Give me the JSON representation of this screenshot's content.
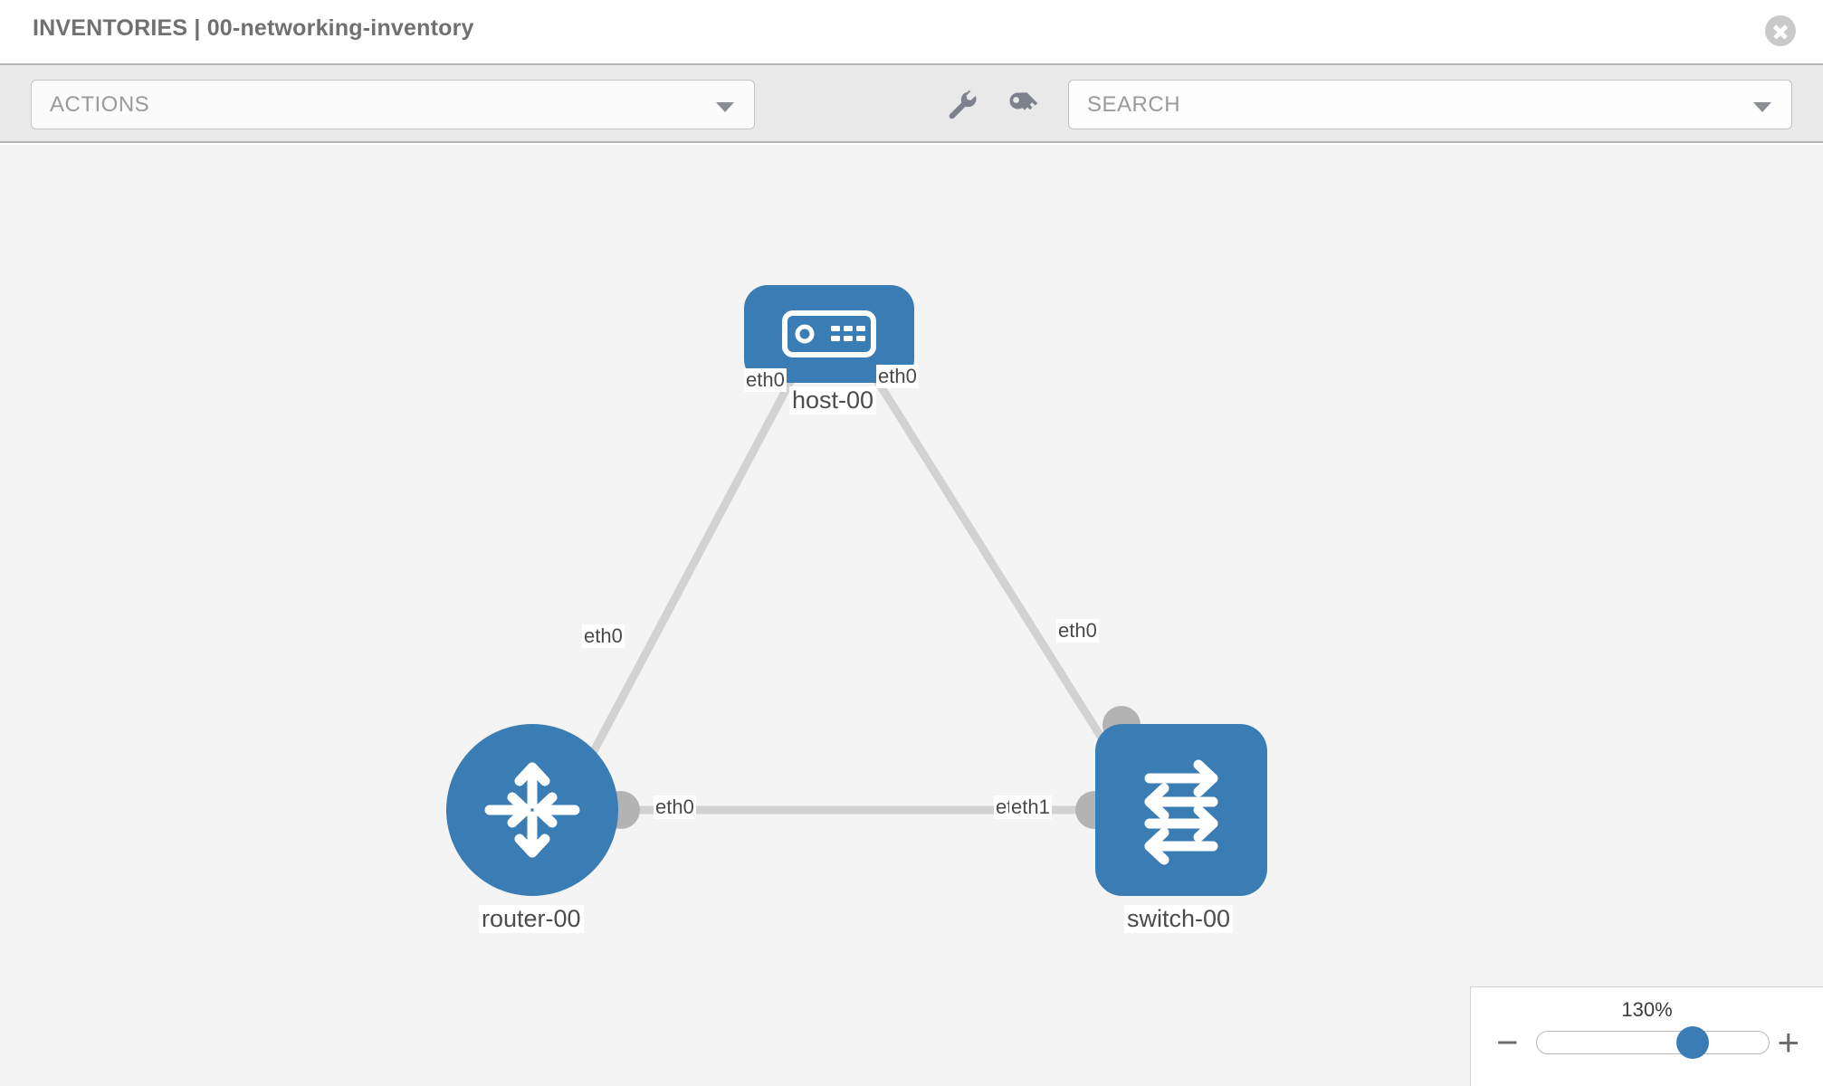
{
  "header": {
    "title": "INVENTORIES | 00-networking-inventory",
    "close_label": "",
    "close_icon": "close-circle-icon"
  },
  "toolbar": {
    "actions_label": "ACTIONS",
    "actions_caret_icon": "chevron-down-icon",
    "wrench_icon": "wrench-icon",
    "key_icon": "key-icon",
    "search_placeholder": "SEARCH",
    "search_value": "",
    "search_caret_icon": "chevron-down-icon"
  },
  "topology": {
    "nodes": [
      {
        "id": "host-00",
        "label": "host-00",
        "type": "host",
        "icon": "server-icon",
        "shape": "rounded-rect"
      },
      {
        "id": "router-00",
        "label": "router-00",
        "type": "router",
        "icon": "router-arrows-icon",
        "shape": "circle"
      },
      {
        "id": "switch-00",
        "label": "switch-00",
        "type": "switch",
        "icon": "switch-arrows-icon",
        "shape": "rounded-square"
      }
    ],
    "links": [
      {
        "from": "router-00",
        "from_if": "eth0",
        "to": "host-00",
        "to_if": "eth0"
      },
      {
        "from": "host-00",
        "from_if": "eth0",
        "to": "switch-00",
        "to_if": "eth0"
      },
      {
        "from": "router-00",
        "from_if": "eth0",
        "to": "switch-00",
        "to_if": "eth1"
      }
    ],
    "labels": {
      "host_left_if": "eth0",
      "host_right_if": "eth0",
      "router_up_if": "eth0",
      "switch_up_if": "eth0",
      "router_right_if": "eth0",
      "switch_left_if_a": "eth0",
      "switch_left_if_b": "eth1"
    }
  },
  "zoom_control": {
    "level": "130%",
    "minus_label": "−",
    "plus_label": "+",
    "thumb_percent": 67
  },
  "colors": {
    "node_blue": "#3a7cb4",
    "port_gray": "#b3b3b3",
    "link_gray": "#d2d2d2",
    "canvas_bg": "#f4f4f4",
    "toolbar_bg": "#e9e9e9",
    "title_gray": "#707070"
  }
}
